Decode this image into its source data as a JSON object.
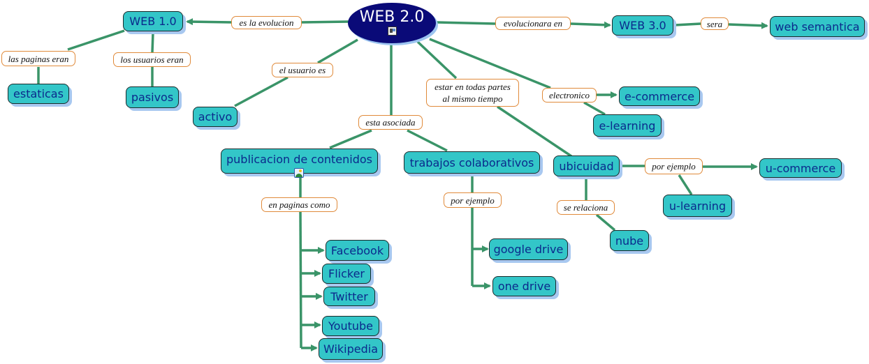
{
  "root": {
    "label": "WEB 2.0",
    "icon": "document-icon"
  },
  "colors": {
    "node_fill": "#33c6c8",
    "node_text": "#0b2a8c",
    "node_shadow": "#a8c8f0",
    "root_fill": "#0a0a78",
    "edge": "#3a9468",
    "link_border": "#e08a3a"
  },
  "nodes": {
    "web1": "WEB 1.0",
    "web3": "WEB 3.0",
    "web_semantica": "web semantica",
    "estaticas": "estaticas",
    "pasivos": "pasivos",
    "activo": "activo",
    "publicacion": "publicacion de contenidos",
    "trabajos": "trabajos colaborativos",
    "ubicuidad": "ubicuidad",
    "ecommerce": "e-commerce",
    "elearning": "e-learning",
    "ucommerce": "u-commerce",
    "ulearning": "u-learning",
    "nube": "nube",
    "facebook": "Facebook",
    "flicker": "Flicker",
    "twitter": "Twitter",
    "youtube": "Youtube",
    "wikipedia": "Wikipedia",
    "google_drive": "google drive",
    "one_drive": "one drive"
  },
  "links": {
    "es_la_evolucion": "es la evolucion",
    "evolucionara_en": "evolucionara en",
    "sera": "sera",
    "las_paginas_eran": "las paginas eran",
    "los_usuarios_eran": "los usuarios eran",
    "el_usuario_es": "el usuario es",
    "esta_asociada": "esta asociada",
    "estar_en_todas": "estar en todas partes\nal mismo tiempo",
    "electronico": "electronico",
    "en_paginas_como": "en paginas como",
    "por_ejemplo_trabajos": "por ejemplo",
    "por_ejemplo_ubicuidad": "por ejemplo",
    "se_relaciona": "se relaciona"
  },
  "icons": {
    "publicacion_attachment": "image-icon"
  }
}
